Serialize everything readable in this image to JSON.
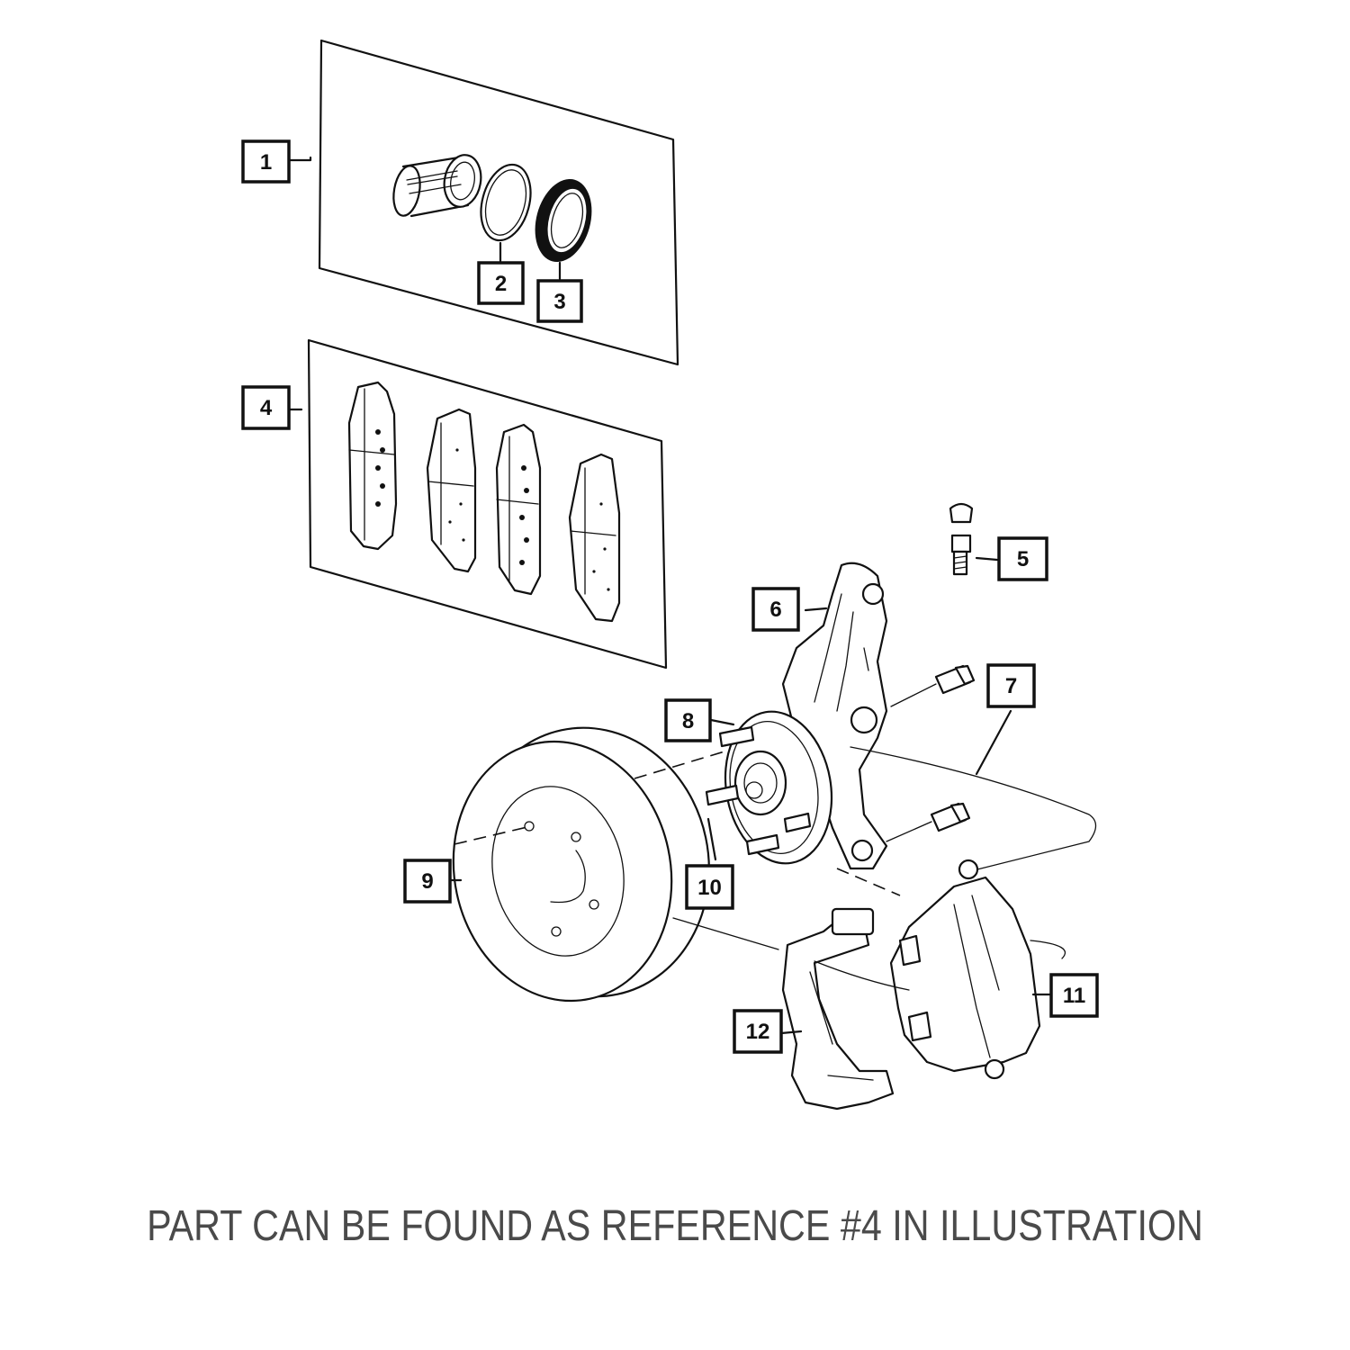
{
  "caption": "PART CAN BE FOUND AS REFERENCE #4 IN ILLUSTRATION",
  "callouts": [
    "1",
    "2",
    "3",
    "4",
    "5",
    "6",
    "7",
    "8",
    "9",
    "10",
    "11",
    "12"
  ]
}
